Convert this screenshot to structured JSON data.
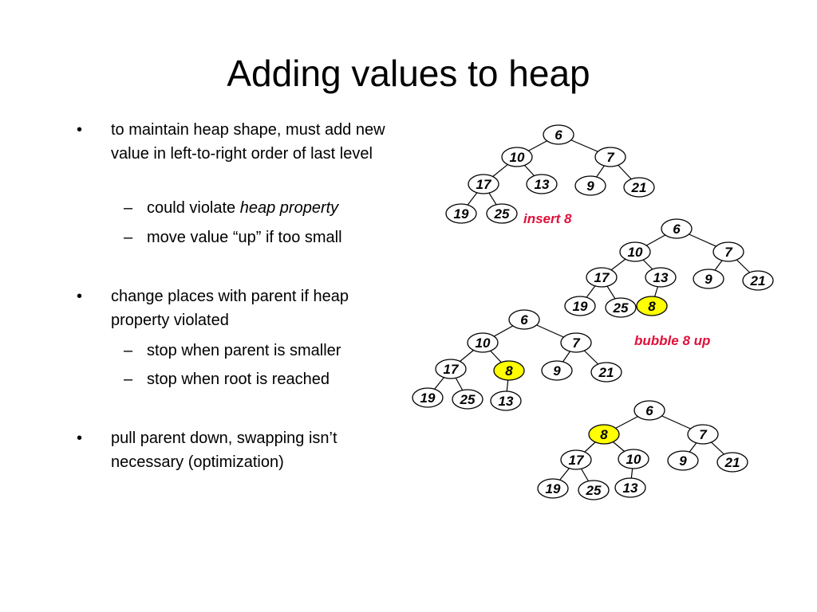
{
  "slide": {
    "title": "Adding values to heap",
    "bullets": [
      {
        "text": "to maintain heap shape, must add new value in left-to-right order of last level"
      },
      {
        "text": "could violate ",
        "em": "heap property"
      },
      {
        "text": "move value “up” if too small"
      },
      {
        "text": "change places with parent if heap property violated"
      },
      {
        "text": "stop when parent is smaller"
      },
      {
        "text": "stop when root is reached"
      },
      {
        "text": "pull parent down, swapping isn’t necessary (optimization)"
      }
    ],
    "bullet_marker": "•",
    "dash_marker": "–"
  },
  "trees": [
    {
      "values": [
        "6",
        "10",
        "7",
        "17",
        "13",
        "9",
        "21",
        "19",
        "25"
      ],
      "highlight": null
    },
    {
      "values": [
        "6",
        "10",
        "7",
        "17",
        "13",
        "9",
        "21",
        "19",
        "25",
        "8"
      ],
      "highlight": 9
    },
    {
      "values": [
        "6",
        "10",
        "7",
        "17",
        "8",
        "9",
        "21",
        "19",
        "25",
        "13"
      ],
      "highlight": 4
    },
    {
      "values": [
        "6",
        "8",
        "7",
        "17",
        "10",
        "9",
        "21",
        "19",
        "25",
        "13"
      ],
      "highlight": 1
    }
  ],
  "annotations": {
    "insert": "insert 8",
    "bubble": "bubble 8 up"
  },
  "colors": {
    "highlight": "#ffff00",
    "annotation": "#e0103a"
  }
}
